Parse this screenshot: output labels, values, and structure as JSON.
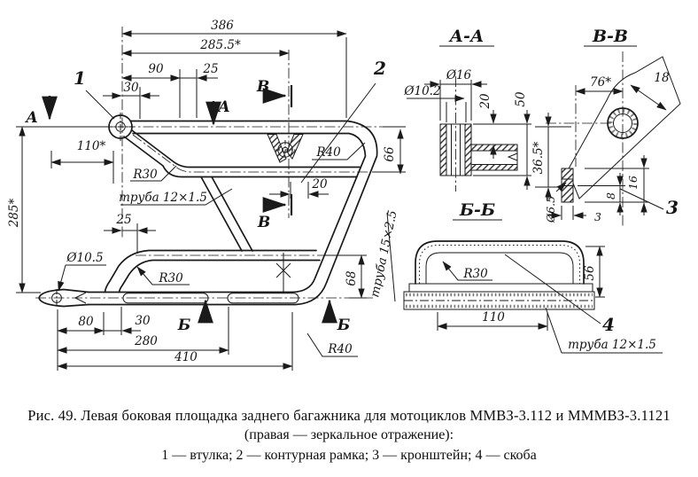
{
  "main_view": {
    "callout_1": "1",
    "callout_2": "2",
    "marks": {
      "a": "А",
      "b": "В",
      "g": "Б"
    },
    "dims": {
      "d386": "386",
      "d285_5": "285.5*",
      "d90": "90",
      "d25_top": "25",
      "d30_top": "30",
      "d110": "110*",
      "d285": "285*",
      "d25_mid": "25",
      "d20": "20",
      "d66": "66",
      "d68": "68",
      "d10_5": "Ø10.5",
      "d80": "80",
      "d30_bot": "30",
      "d280": "280",
      "d410": "410"
    },
    "labels": {
      "r30_upper": "R30",
      "r30_lower": "R30",
      "r40_top": "R40",
      "r40_bot": "R40",
      "tube12": "труба 12×1.5",
      "tube15": "труба 15×2.5"
    }
  },
  "section_aa": {
    "title": "А-А",
    "dims": {
      "d16": "Ø16",
      "d10_2": "Ø10.2",
      "d20": "20",
      "d50": "50",
      "d36_5": "36.5*"
    }
  },
  "section_vv": {
    "title": "В-В",
    "dims": {
      "d76": "76*",
      "d18": "18",
      "d6_5": "Ø6.5",
      "d8": "8",
      "d16": "16",
      "d3": "3"
    },
    "callout_3": "3"
  },
  "section_bb": {
    "title": "Б-Б",
    "dims": {
      "r30": "R30",
      "d110": "110",
      "d56": "56"
    },
    "callout_4": "4",
    "tube12": "труба 12×1.5"
  },
  "caption": {
    "line1": "Рис. 49. Левая боковая площадка заднего багажника для мотоциклов ММВЗ-3.112 и МММВЗ-3.1121",
    "line2": "(правая — зеркальное отражение):",
    "line3": "1 — втулка; 2 — контурная рамка; 3 — кронштейн; 4 — скоба"
  }
}
